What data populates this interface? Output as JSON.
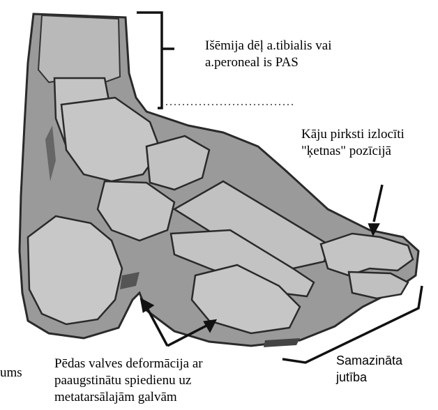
{
  "labels": {
    "ischemia": [
      "Išēmija dēļ a.tibialis vai",
      "a.peroneal is PAS"
    ],
    "toes": [
      "Kāju pirksti izlocīti",
      "\"ķetnas\" pozīcijā"
    ],
    "arch": [
      "Pēdas valves deformācija ar",
      "paaugstinātu spiedienu uz",
      "metatarsālajām galvām"
    ],
    "sensitivity": [
      "Samazināta",
      "jutība"
    ],
    "cut_left": "ums"
  },
  "icons": [
    "bracket-icon",
    "arrow-icon"
  ],
  "colors": {
    "bone": "#b5b5b5",
    "tissue": "#9a9a9a",
    "outline": "#2a2a2a",
    "ink": "#000000"
  }
}
